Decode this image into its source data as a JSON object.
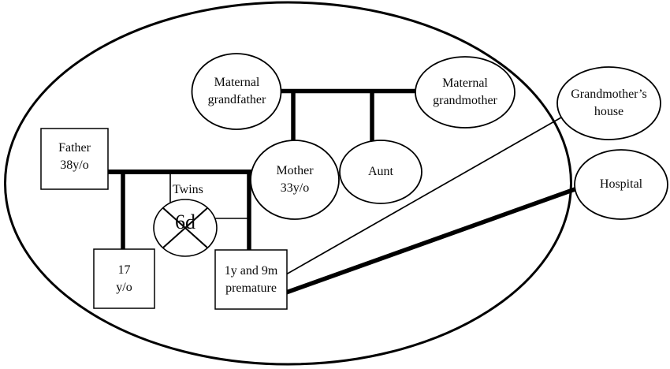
{
  "nodes": {
    "maternal_grandfather": {
      "label": "Maternal\ngrandfather",
      "shape": "ellipse"
    },
    "maternal_grandmother": {
      "label": "Maternal\ngrandmother",
      "shape": "ellipse"
    },
    "grandmothers_house": {
      "label": "Grandmother’s\nhouse",
      "shape": "ellipse"
    },
    "hospital": {
      "label": "Hospital",
      "shape": "ellipse"
    },
    "mother": {
      "label": "Mother\n33y/o",
      "shape": "ellipse"
    },
    "aunt": {
      "label": "Aunt",
      "shape": "ellipse"
    },
    "father": {
      "label": "Father\n38y/o",
      "shape": "square"
    },
    "child_17yo": {
      "label": "17\ny/o",
      "shape": "square"
    },
    "child_premature": {
      "label": "1y and 9m\npremature",
      "shape": "square"
    },
    "deceased_twin": {
      "label": "6d",
      "shape": "circle-crossed"
    }
  },
  "annotations": {
    "twins_label": "Twins"
  },
  "colors": {
    "stroke": "#000000",
    "background": "#ffffff",
    "text": "#0a0a0a"
  }
}
